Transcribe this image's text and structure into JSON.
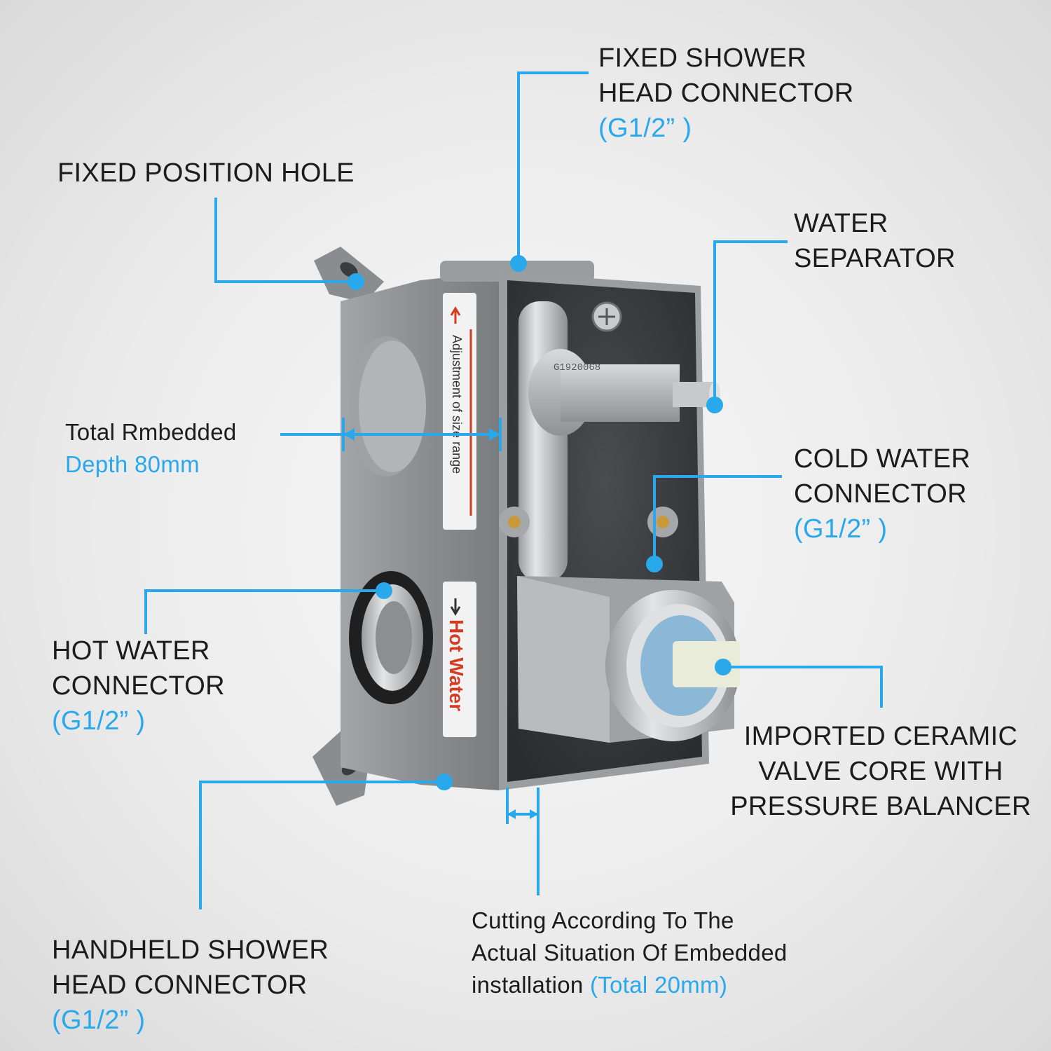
{
  "colors": {
    "accent": "#29a8ec",
    "text": "#1c1c1c",
    "box_body": "#8a8d90",
    "box_inner": "#3b3d40",
    "steel": "#bfc1c3"
  },
  "labels": {
    "fixed_shower_head": {
      "line1": "FIXED SHOWER",
      "line2": "HEAD CONNECTOR",
      "spec": "(G1/2” )"
    },
    "fixed_position_hole": {
      "line1": "FIXED POSITION HOLE"
    },
    "water_separator": {
      "line1": "WATER",
      "line2": "SEPARATOR"
    },
    "embedded_depth": {
      "line1": "Total Rmbedded",
      "line2": "Depth 80mm"
    },
    "cold_water": {
      "line1": "COLD WATER",
      "line2": "CONNECTOR",
      "spec": "(G1/2” )"
    },
    "hot_water": {
      "line1": "HOT WATER",
      "line2": "CONNECTOR",
      "spec": "(G1/2” )"
    },
    "ceramic_core": {
      "line1": "IMPORTED CERAMIC",
      "line2": "VALVE CORE WITH",
      "line3": "PRESSURE BALANCER"
    },
    "handheld_shower_head": {
      "line1": "HANDHELD SHOWER",
      "line2": "HEAD CONNECTOR",
      "spec": "(G1/2” )"
    },
    "cutting_note": {
      "line1": "Cutting According To The",
      "line2": "Actual Situation Of Embedded",
      "line3_prefix": "installation ",
      "line3_accent": "(Total 20mm)"
    }
  },
  "product_labels": {
    "adjustment": "Adjustment of size range",
    "hot_water": "Hot Water",
    "stem_code": "G1920068"
  }
}
